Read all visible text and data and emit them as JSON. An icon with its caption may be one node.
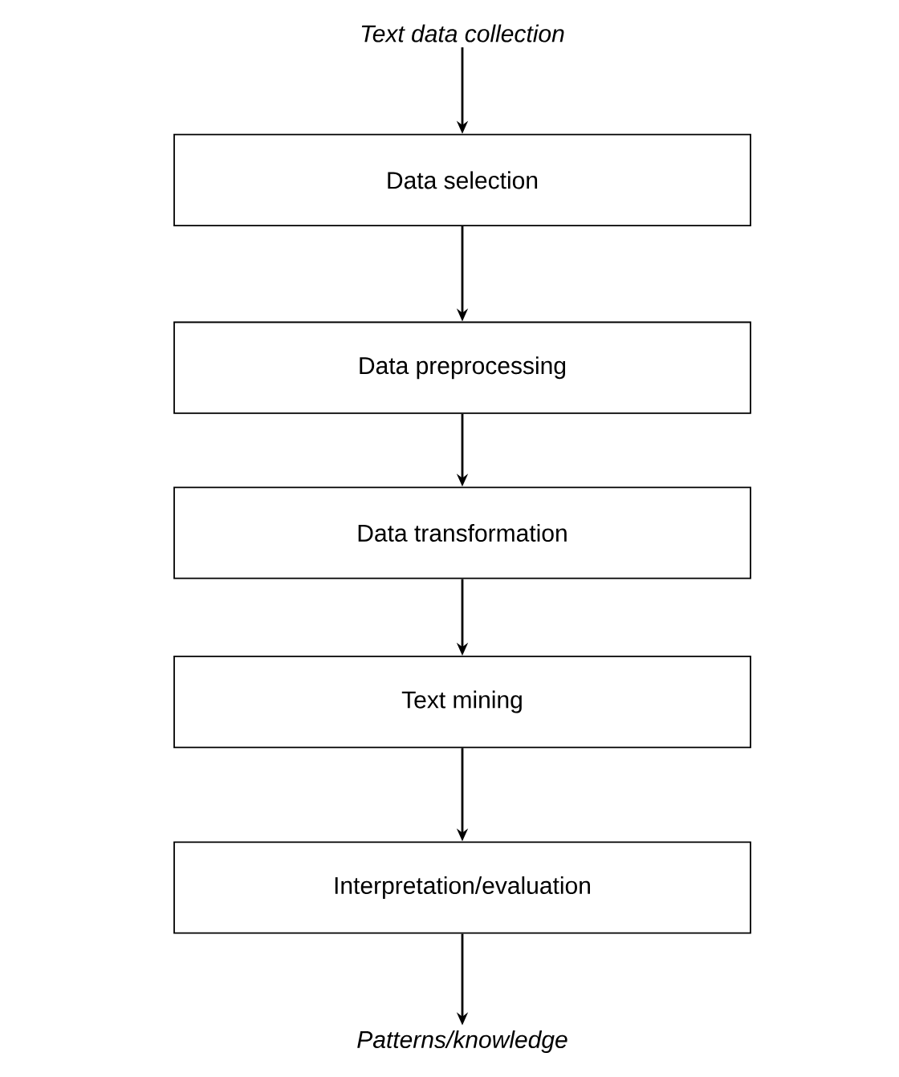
{
  "diagram": {
    "nodes": [
      {
        "text": [
          "Text data collection"
        ]
      },
      {
        "text": [
          "Data selection"
        ]
      },
      {
        "text": [
          "Data preprocessing"
        ]
      },
      {
        "text": [
          "Data transformation"
        ]
      },
      {
        "text": [
          "Text mining"
        ]
      },
      {
        "text": [
          "Interpretation/evaluation"
        ]
      },
      {
        "text": [
          "Patterns/knowledge"
        ]
      }
    ],
    "edges": [
      {
        "from": 0,
        "to": 1,
        "arrow": "to"
      },
      {
        "from": 1,
        "to": 2,
        "arrow": "to"
      },
      {
        "from": 2,
        "to": 3,
        "arrow": "to"
      },
      {
        "from": 3,
        "to": 4,
        "arrow": "to"
      },
      {
        "from": 4,
        "to": 5,
        "arrow": "to"
      },
      {
        "from": 5,
        "to": 6,
        "arrow": "to"
      }
    ]
  }
}
